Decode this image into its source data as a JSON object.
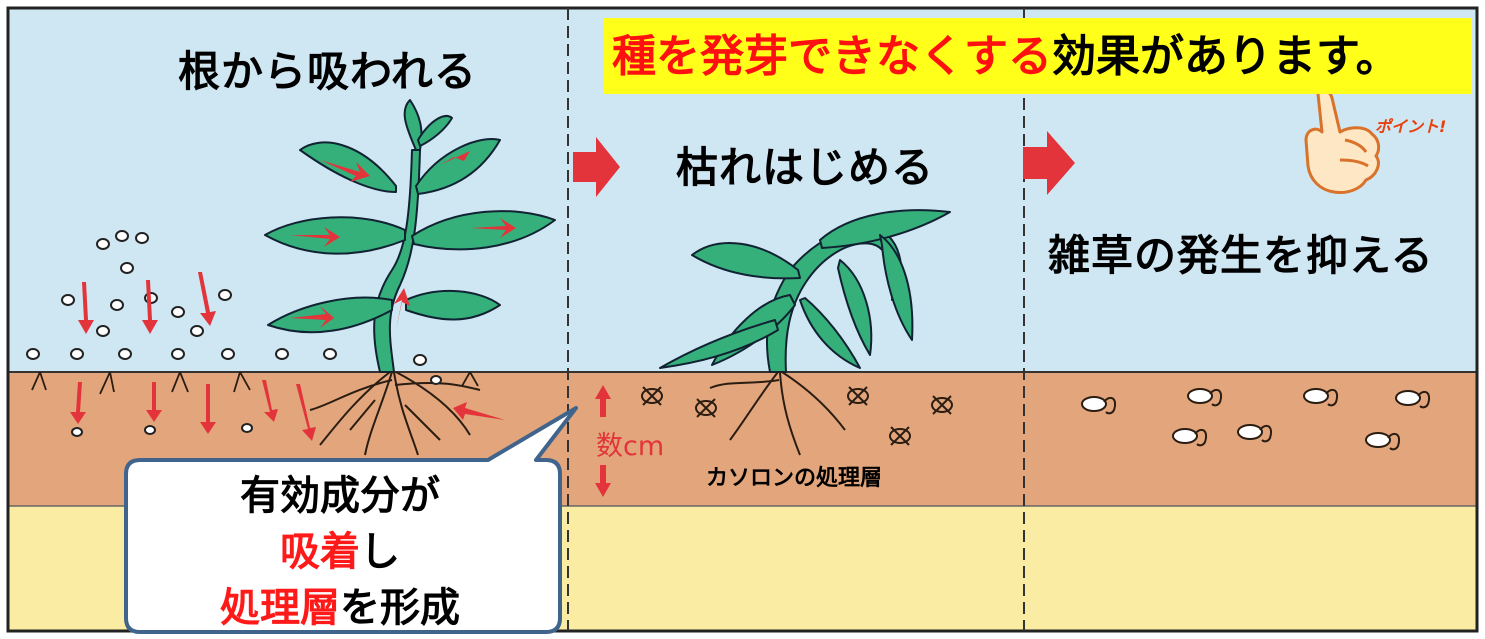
{
  "banner": {
    "highlight": "種を発芽できなくする",
    "rest": "効果があります。"
  },
  "panels": {
    "panel1_title": "根から吸われる",
    "panel2_title": "枯れはじめる",
    "panel3_title": "雑草の発生を抑える"
  },
  "depth_label": "数cm",
  "layer_label": "カソロンの処理層",
  "callout": {
    "line1": "有効成分が",
    "line2_red": "吸着",
    "line2_black": "し",
    "line3_red": "処理層",
    "line3_black": "を形成"
  },
  "point_label": "ポイント!",
  "colors": {
    "sky": "#cfe6f3",
    "soil": "#e3a67c",
    "subsoil": "#faeca2",
    "banner": "#ffff1a",
    "arrow_red": "#e2343a",
    "leaf_green": "#35b07a",
    "callout_border": "#40648c"
  },
  "icons": [
    "right-arrow-icon",
    "pointing-hand-icon",
    "seed-icon",
    "seed-cross-icon",
    "granule-icon"
  ]
}
